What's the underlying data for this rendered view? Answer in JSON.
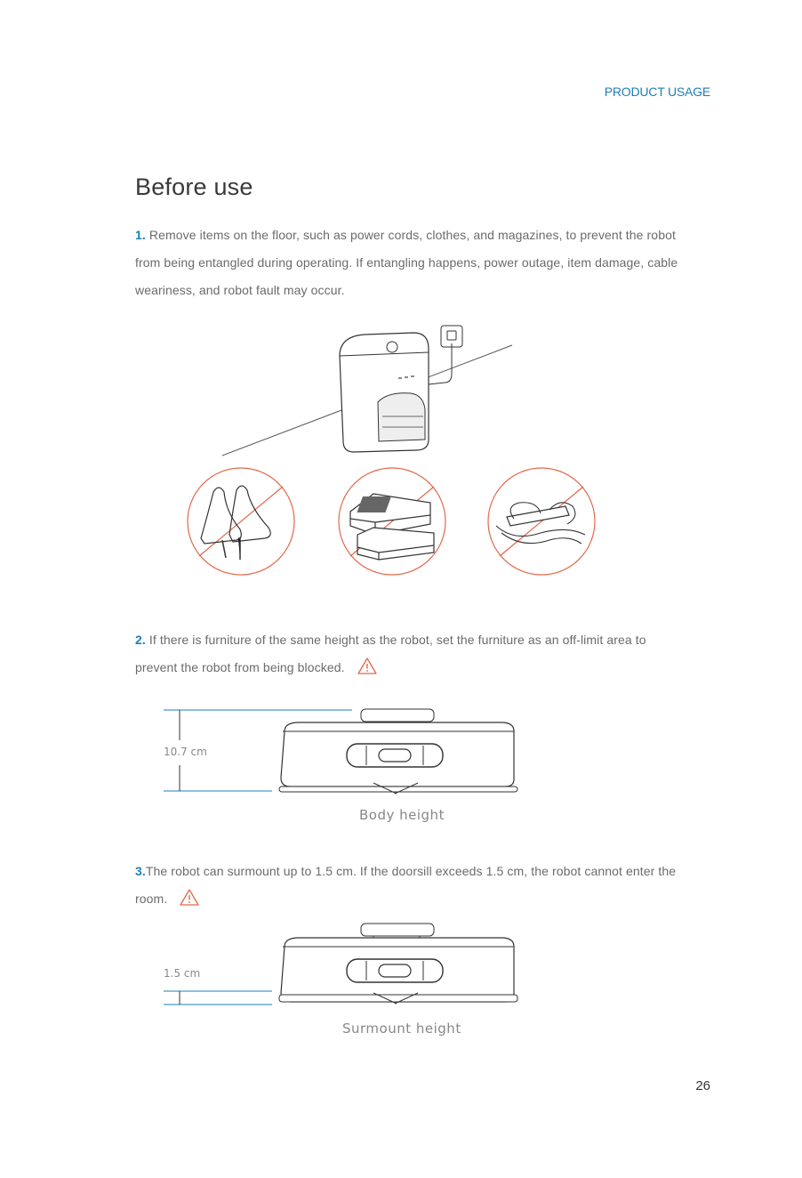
{
  "header": {
    "section": "PRODUCT USAGE"
  },
  "title": "Before use",
  "steps": [
    {
      "number": "1.",
      "text": "Remove items on the floor, such as power cords, clothes, and magazines, to prevent the robot from being entangled during operating. If entangling happens, power outage, item damage, cable weariness, and robot fault may occur."
    },
    {
      "number": "2.",
      "text": "If there is furniture of the same height as the robot, set the furniture as an off-limit area to prevent the robot from being blocked."
    },
    {
      "number": "3.",
      "text": "The robot can surmount up to 1.5 cm. If the doorsill exceeds 1.5 cm, the robot cannot enter the room."
    }
  ],
  "figures": {
    "body_height": {
      "value_label": "10.7 cm",
      "caption": "Body height"
    },
    "surmount_height": {
      "value_label": "1.5 cm",
      "caption": "Surmount height"
    }
  },
  "page_number": "26",
  "colors": {
    "accent": "#1a7fb8",
    "prohibit": "#e2674a",
    "line": "#3a3a3a"
  }
}
